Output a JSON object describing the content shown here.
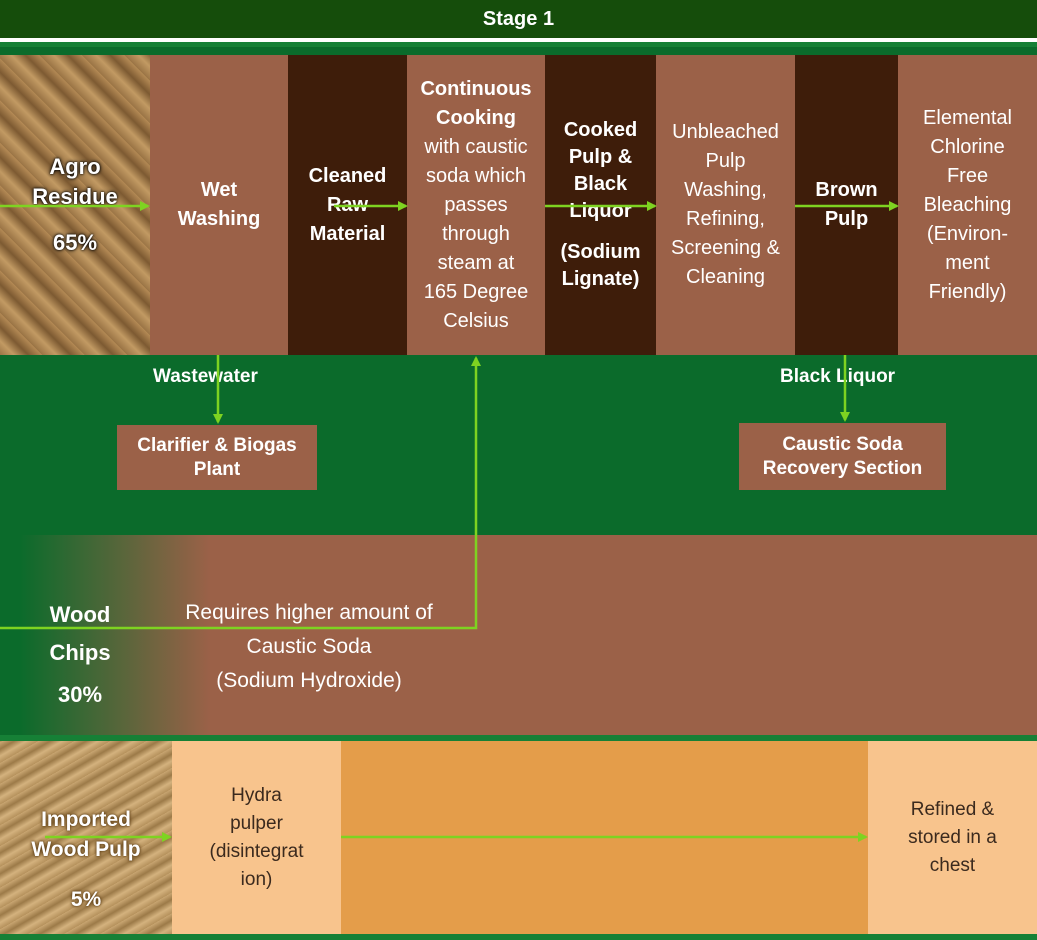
{
  "stage": {
    "title": "Stage 1"
  },
  "row1": {
    "agro": {
      "line1": "Agro",
      "line2": "Residue",
      "line3": "65%"
    },
    "wet_washing": {
      "line1": "Wet",
      "line2": "Washing"
    },
    "cleaned": {
      "line1": "Cleaned",
      "line2": "Raw",
      "line3": "Material"
    },
    "cooking": {
      "line1": "Continuous",
      "line2": "Cooking",
      "line3": "with caustic",
      "line4": "soda which",
      "line5": "passes",
      "line6": "through",
      "line7": "steam at",
      "line8": "165 Degree",
      "line9": "Celsius"
    },
    "cooked": {
      "line1": "Cooked",
      "line2": "Pulp &",
      "line3": "Black",
      "line4": "Liquor",
      "line5": "(Sodium",
      "line6": "Lignate)"
    },
    "unbleached": {
      "line1": "Unbleached",
      "line2": "Pulp",
      "line3": "Washing,",
      "line4": "Refining,",
      "line5": "Screening &",
      "line6": "Cleaning"
    },
    "brown": {
      "line1": "Brown",
      "line2": "Pulp"
    },
    "ecf": {
      "line1": "Elemental",
      "line2": "Chlorine",
      "line3": "Free",
      "line4": "Bleaching",
      "line5": "(Environ-",
      "line6": "ment",
      "line7": "Friendly)"
    }
  },
  "row2": {
    "wastewater_label": "Wastewater",
    "clarifier": {
      "line1": "Clarifier & Biogas",
      "line2": "Plant"
    },
    "black_liquor_label": "Black Liquor",
    "recovery": {
      "line1": "Caustic Soda",
      "line2": "Recovery Section"
    }
  },
  "row3": {
    "wood": {
      "line1": "Wood",
      "line2": "Chips",
      "line3": "30%"
    },
    "requires": {
      "line1": "Requires higher amount of",
      "line2": "Caustic Soda",
      "line3": "(Sodium Hydroxide)"
    }
  },
  "row4": {
    "imported": {
      "line1": "Imported",
      "line2": "Wood Pulp",
      "line3": "5%"
    },
    "hydra": {
      "line1": "Hydra",
      "line2": "pulper",
      "line3": "(disintegrat",
      "line4": "ion)"
    },
    "refined": {
      "line1": "Refined &",
      "line2": "stored in a",
      "line3": "chest"
    }
  },
  "colors": {
    "dark_green": "#154d0b",
    "green": "#0b6b2b",
    "arrow": "#7ed321",
    "medium_brown": "#9b6148",
    "dark_brown": "#3e1d0a",
    "orange": "#e49d4a",
    "peach": "#f8c48d"
  }
}
